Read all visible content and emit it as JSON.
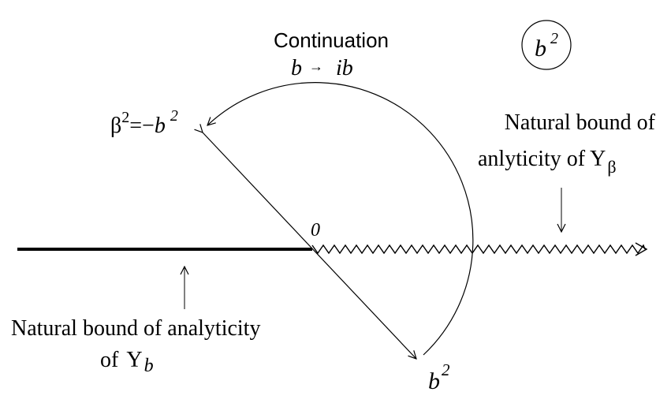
{
  "diagram": {
    "badge": {
      "base": "b",
      "exp": "2"
    },
    "continuation": {
      "title": "Continuation",
      "map_from": "b",
      "map_arrow": "→",
      "map_to": "ib"
    },
    "beta_label": {
      "beta": "β",
      "exp1": "2",
      "eq": "=−",
      "b": "b",
      "exp2": "2"
    },
    "origin_label": "0",
    "b2_label": {
      "base": "b",
      "exp": "2"
    },
    "right_note": {
      "line1": "Natural bound of",
      "line2_prefix": "anlyticity of",
      "upsilon": "Υ",
      "subscript": "β"
    },
    "left_note": {
      "line1": "Natural bound of analyticity",
      "line2_prefix": "of",
      "upsilon": "Υ",
      "subscript": "b"
    }
  }
}
